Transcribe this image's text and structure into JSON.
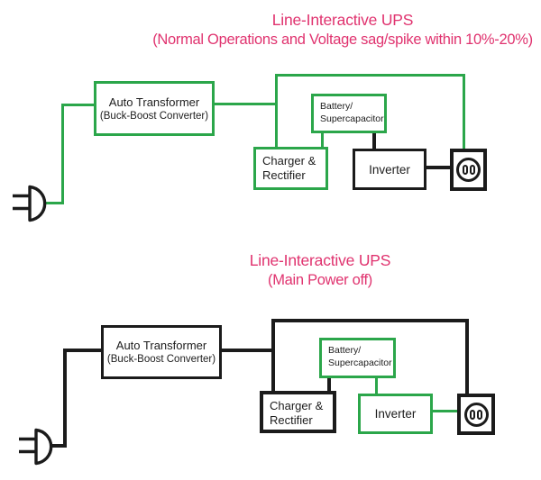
{
  "colors": {
    "active_green": "#2ba64a",
    "inactive_black": "#1b1b1b",
    "title_pink": "#e0336f",
    "background": "#ffffff"
  },
  "diagram_top": {
    "title": "Line-Interactive UPS",
    "subtitle": "(Normal Operations and Voltage sag/spike within 10%-20%)",
    "boxes": {
      "auto_transformer": {
        "line1": "Auto Transformer",
        "line2": "(Buck-Boost Converter)"
      },
      "battery": {
        "line1": "Battery/",
        "line2": "Supercapacitor"
      },
      "charger": {
        "line1": "Charger &",
        "line2": "Rectifier"
      },
      "inverter": {
        "label": "Inverter"
      }
    },
    "icons": {
      "input": "power-plug-icon",
      "output": "power-outlet-icon"
    }
  },
  "diagram_bottom": {
    "title": "Line-Interactive UPS",
    "subtitle": "(Main Power off)",
    "boxes": {
      "auto_transformer": {
        "line1": "Auto Transformer",
        "line2": "(Buck-Boost Converter)"
      },
      "battery": {
        "line1": "Battery/",
        "line2": "Supercapacitor"
      },
      "charger": {
        "line1": "Charger &",
        "line2": "Rectifier"
      },
      "inverter": {
        "label": "Inverter"
      }
    },
    "icons": {
      "input": "power-plug-icon",
      "output": "power-outlet-icon"
    }
  }
}
